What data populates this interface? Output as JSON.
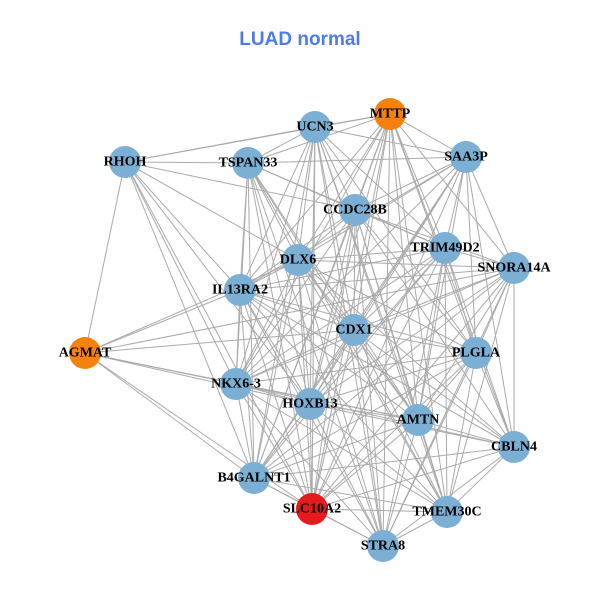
{
  "title": "LUAD normal",
  "colors": {
    "title": "#4f7be8",
    "edge": "#aaaaaa",
    "default": "#7bafd4",
    "orange": "#f5820d",
    "red": "#e41a1c"
  },
  "nodes": [
    {
      "id": "UCN3",
      "color": "#7bafd4"
    },
    {
      "id": "MTTP",
      "color": "#f5820d"
    },
    {
      "id": "RHOH",
      "color": "#7bafd4"
    },
    {
      "id": "TSPAN33",
      "color": "#7bafd4"
    },
    {
      "id": "SAA3P",
      "color": "#7bafd4"
    },
    {
      "id": "CCDC28B",
      "color": "#7bafd4"
    },
    {
      "id": "DLX6",
      "color": "#7bafd4"
    },
    {
      "id": "TRIM49D2",
      "color": "#7bafd4"
    },
    {
      "id": "SNORA14A",
      "color": "#7bafd4"
    },
    {
      "id": "IL13RA2",
      "color": "#7bafd4"
    },
    {
      "id": "CDX1",
      "color": "#7bafd4"
    },
    {
      "id": "PLGLA",
      "color": "#7bafd4"
    },
    {
      "id": "AGMAT",
      "color": "#f5820d"
    },
    {
      "id": "NKX6-3",
      "color": "#7bafd4"
    },
    {
      "id": "HOXB13",
      "color": "#7bafd4"
    },
    {
      "id": "AMTN",
      "color": "#7bafd4"
    },
    {
      "id": "CBLN4",
      "color": "#7bafd4"
    },
    {
      "id": "B4GALNT1",
      "color": "#7bafd4"
    },
    {
      "id": "SLC10A2",
      "color": "#e41a1c"
    },
    {
      "id": "TMEM30C",
      "color": "#7bafd4"
    },
    {
      "id": "STRA8",
      "color": "#7bafd4"
    }
  ],
  "adjacency": {
    "UCN3": [
      "MTTP",
      "RHOH",
      "TSPAN33",
      "SAA3P",
      "CCDC28B",
      "DLX6",
      "TRIM49D2",
      "IL13RA2",
      "CDX1",
      "PLGLA",
      "NKX6-3",
      "HOXB13",
      "AMTN",
      "B4GALNT1",
      "SLC10A2",
      "TMEM30C",
      "STRA8"
    ],
    "MTTP": [
      "RHOH",
      "TSPAN33",
      "SAA3P",
      "CCDC28B",
      "DLX6",
      "TRIM49D2",
      "SNORA14A",
      "IL13RA2",
      "CDX1",
      "PLGLA",
      "NKX6-3",
      "HOXB13",
      "AMTN",
      "CBLN4",
      "B4GALNT1",
      "SLC10A2",
      "TMEM30C",
      "STRA8"
    ],
    "RHOH": [
      "TSPAN33",
      "CCDC28B",
      "DLX6",
      "IL13RA2",
      "AGMAT",
      "NKX6-3",
      "HOXB13",
      "B4GALNT1",
      "SLC10A2"
    ],
    "TSPAN33": [
      "SAA3P",
      "CCDC28B",
      "DLX6",
      "TRIM49D2",
      "IL13RA2",
      "CDX1",
      "NKX6-3",
      "HOXB13",
      "AMTN",
      "B4GALNT1",
      "SLC10A2",
      "TMEM30C",
      "STRA8"
    ],
    "SAA3P": [
      "CCDC28B",
      "DLX6",
      "TRIM49D2",
      "SNORA14A",
      "IL13RA2",
      "CDX1",
      "PLGLA",
      "NKX6-3",
      "HOXB13",
      "AMTN",
      "CBLN4",
      "B4GALNT1",
      "SLC10A2"
    ],
    "CCDC28B": [
      "DLX6",
      "TRIM49D2",
      "SNORA14A",
      "IL13RA2",
      "CDX1",
      "PLGLA",
      "NKX6-3",
      "HOXB13",
      "AMTN",
      "CBLN4",
      "B4GALNT1",
      "SLC10A2",
      "TMEM30C",
      "STRA8"
    ],
    "DLX6": [
      "TRIM49D2",
      "SNORA14A",
      "IL13RA2",
      "CDX1",
      "PLGLA",
      "AGMAT",
      "NKX6-3",
      "HOXB13",
      "AMTN",
      "CBLN4",
      "B4GALNT1",
      "SLC10A2",
      "TMEM30C",
      "STRA8"
    ],
    "TRIM49D2": [
      "SNORA14A",
      "IL13RA2",
      "CDX1",
      "PLGLA",
      "NKX6-3",
      "HOXB13",
      "AMTN",
      "CBLN4",
      "B4GALNT1",
      "SLC10A2",
      "TMEM30C",
      "STRA8"
    ],
    "SNORA14A": [
      "IL13RA2",
      "CDX1",
      "PLGLA",
      "AGMAT",
      "NKX6-3",
      "HOXB13",
      "AMTN",
      "CBLN4",
      "B4GALNT1",
      "SLC10A2",
      "TMEM30C",
      "STRA8"
    ],
    "IL13RA2": [
      "CDX1",
      "PLGLA",
      "AGMAT",
      "NKX6-3",
      "HOXB13",
      "AMTN",
      "CBLN4",
      "B4GALNT1",
      "SLC10A2",
      "TMEM30C",
      "STRA8"
    ],
    "CDX1": [
      "PLGLA",
      "AGMAT",
      "NKX6-3",
      "HOXB13",
      "AMTN",
      "CBLN4",
      "B4GALNT1",
      "SLC10A2",
      "TMEM30C",
      "STRA8"
    ],
    "PLGLA": [
      "NKX6-3",
      "HOXB13",
      "AMTN",
      "CBLN4",
      "B4GALNT1",
      "SLC10A2",
      "TMEM30C",
      "STRA8"
    ],
    "AGMAT": [
      "NKX6-3",
      "HOXB13",
      "B4GALNT1",
      "SLC10A2",
      "AMTN"
    ],
    "NKX6-3": [
      "HOXB13",
      "AMTN",
      "CBLN4",
      "B4GALNT1",
      "SLC10A2",
      "TMEM30C",
      "STRA8"
    ],
    "HOXB13": [
      "AMTN",
      "CBLN4",
      "B4GALNT1",
      "SLC10A2",
      "TMEM30C",
      "STRA8"
    ],
    "AMTN": [
      "CBLN4",
      "B4GALNT1",
      "SLC10A2",
      "TMEM30C",
      "STRA8"
    ],
    "CBLN4": [
      "B4GALNT1",
      "SLC10A2",
      "TMEM30C",
      "STRA8"
    ],
    "B4GALNT1": [
      "SLC10A2",
      "TMEM30C",
      "STRA8"
    ],
    "SLC10A2": [
      "TMEM30C",
      "STRA8"
    ],
    "TMEM30C": [
      "STRA8"
    ]
  }
}
